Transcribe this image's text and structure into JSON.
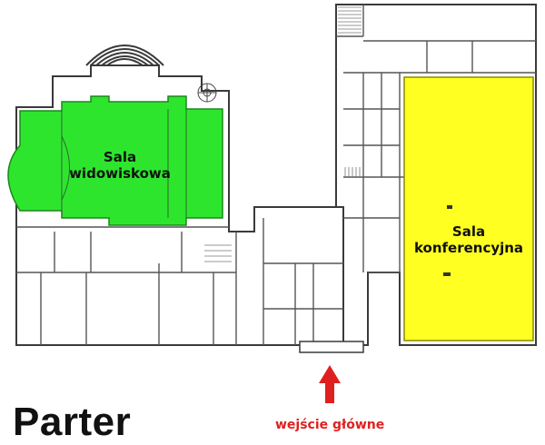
{
  "floor_title": "Parter",
  "rooms": [
    {
      "id": "sala-widowiskowa",
      "line1": "Sala",
      "line2": "widowiskowa",
      "color": "#2ee52e"
    },
    {
      "id": "sala-konferencyjna",
      "line1": "Sala",
      "line2": "konferencyjna",
      "color": "#ffff22"
    }
  ],
  "entrance": {
    "label": "wejście główne",
    "color": "#e02020"
  },
  "wall_color": "#3a3a3a"
}
